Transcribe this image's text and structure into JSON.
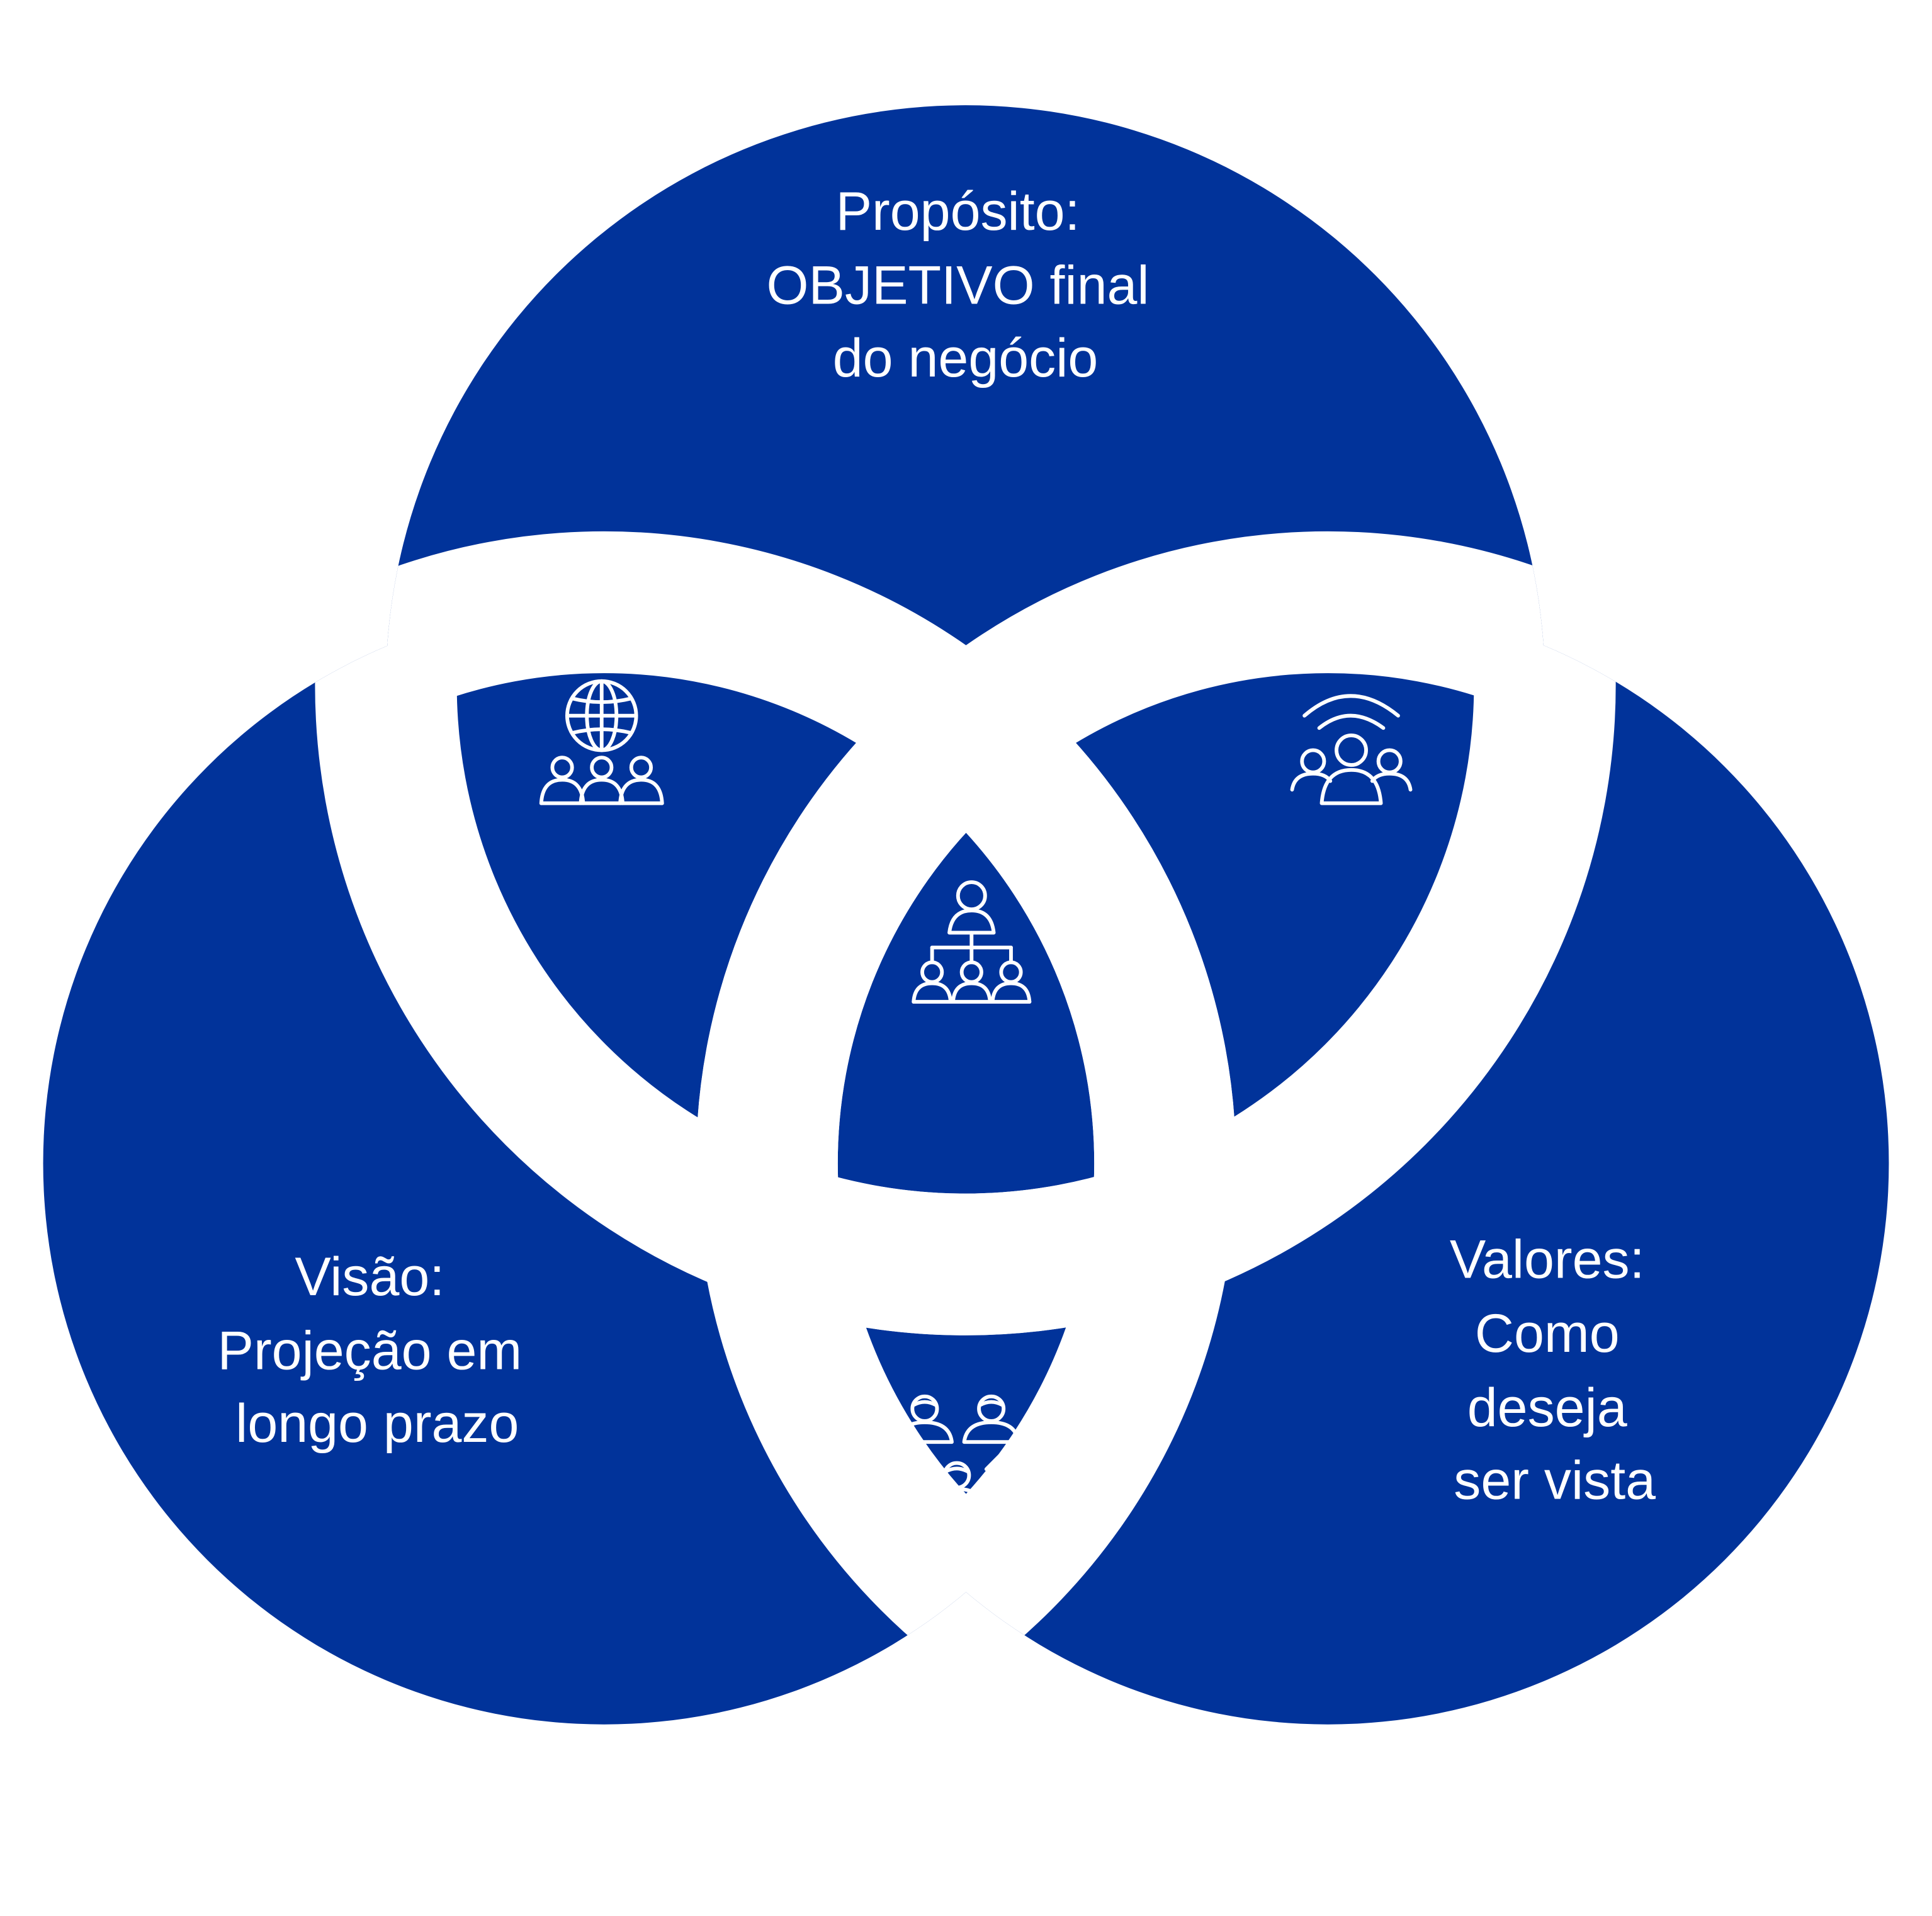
{
  "diagram": {
    "fill_color": "#01339a",
    "gap_color": "#ffffff",
    "circles": [
      {
        "id": "proposito",
        "lines": [
          "Propósito:",
          "OBJETIVO final",
          "do negócio"
        ]
      },
      {
        "id": "visao",
        "lines": [
          "Visão:",
          "Projeção em",
          "longo prazo"
        ]
      },
      {
        "id": "valores",
        "lines": [
          "Valores:",
          "Como",
          "deseja",
          "ser vista"
        ]
      }
    ],
    "icons": [
      {
        "region": "top-left-overlap",
        "name": "globe-people-icon"
      },
      {
        "region": "top-right-overlap",
        "name": "broadcast-group-icon"
      },
      {
        "region": "center-overlap",
        "name": "hierarchy-team-icon"
      },
      {
        "region": "bottom-overlap",
        "name": "connected-users-icon"
      }
    ]
  }
}
